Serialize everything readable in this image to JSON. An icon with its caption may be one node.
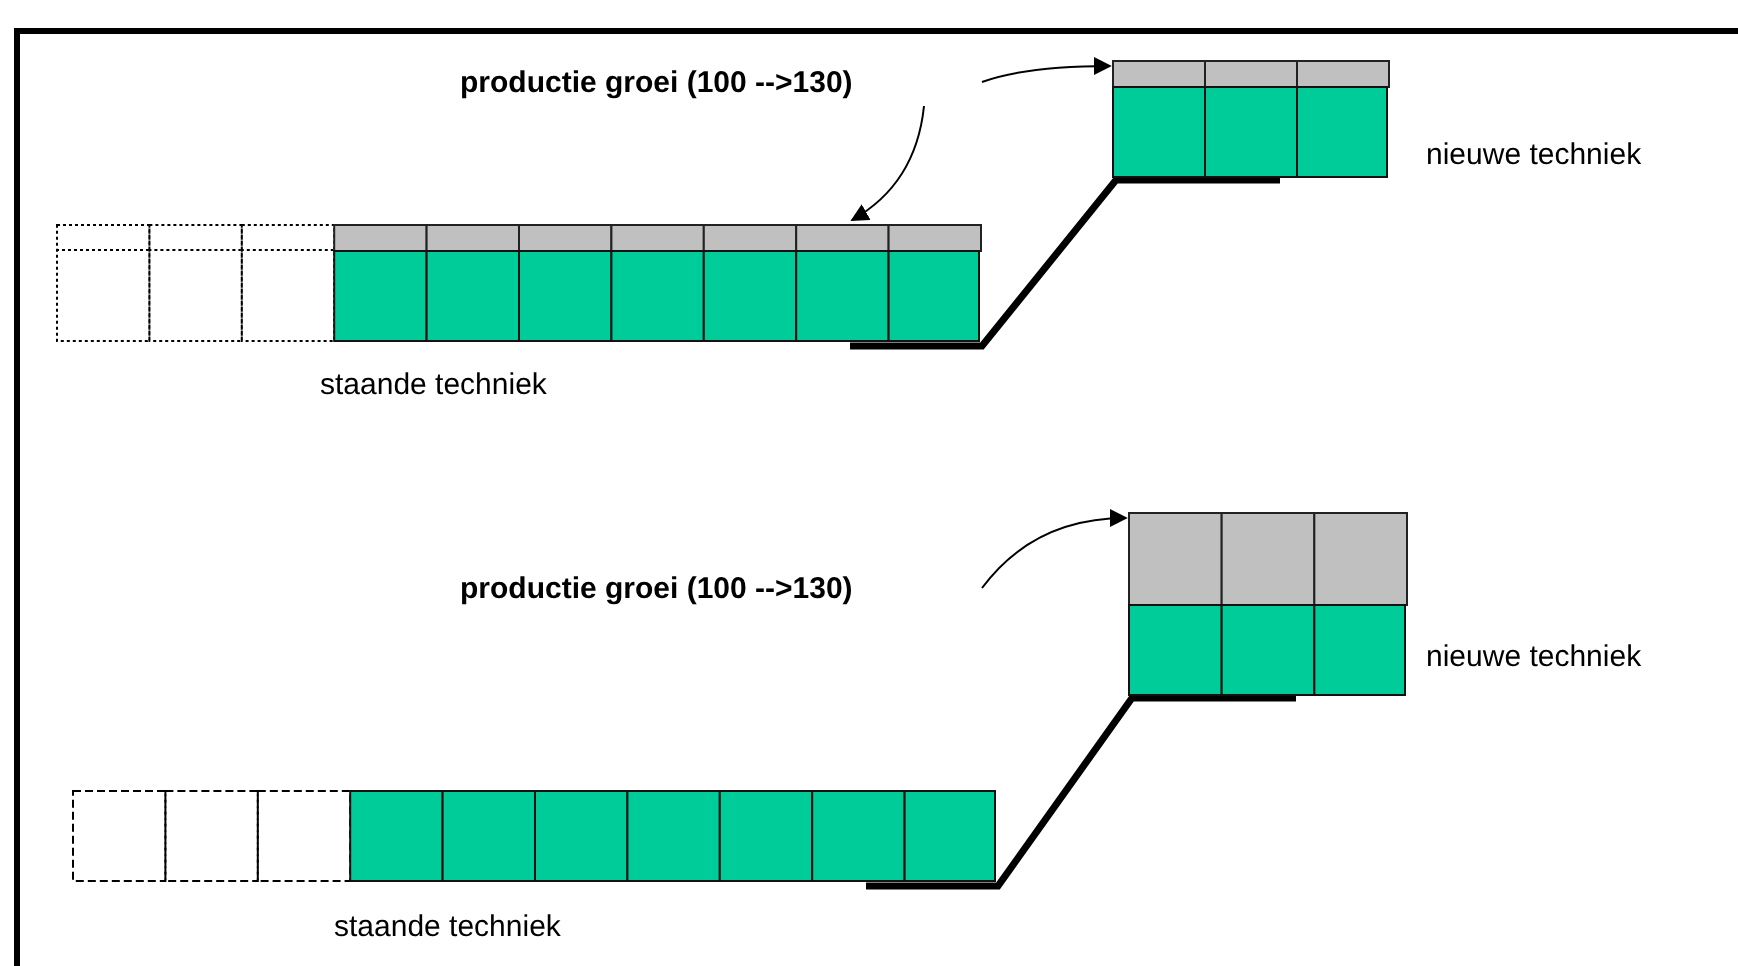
{
  "diagram": {
    "nodes": [
      {
        "text": [
          "productie groei (100 -->130)"
        ]
      },
      {
        "text": [],
        "shape": "box",
        "beside": [
          "nieuwe techniek"
        ]
      },
      {
        "text": [],
        "shape": "box",
        "beside": [
          "staande techniek"
        ]
      },
      {
        "text": [
          "productie groei (100 -->130)"
        ]
      },
      {
        "text": [],
        "shape": "box",
        "beside": [
          "nieuwe techniek"
        ]
      },
      {
        "text": [],
        "shape": "box",
        "beside": [
          "staande techniek"
        ]
      }
    ],
    "edges": [
      {
        "from": 0,
        "to": 1,
        "arrow": "to"
      },
      {
        "from": 0,
        "to": 2,
        "arrow": "to"
      },
      {
        "from": 2,
        "to": 1,
        "arrow": "none",
        "style": "thick"
      },
      {
        "from": 3,
        "to": 4,
        "arrow": "to"
      },
      {
        "from": 5,
        "to": 4,
        "arrow": "none",
        "style": "thick"
      }
    ]
  }
}
